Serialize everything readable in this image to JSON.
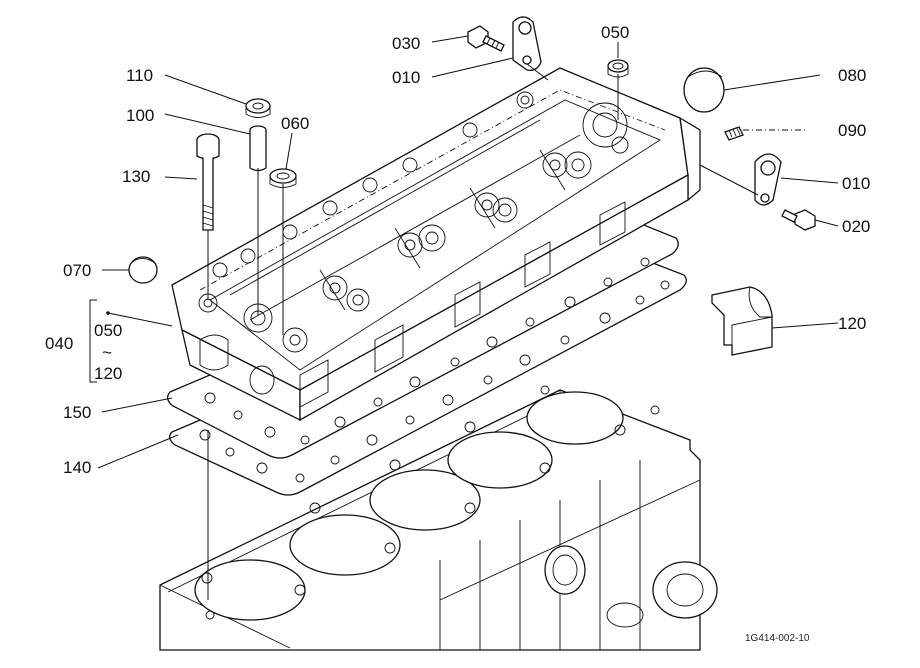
{
  "callouts": [
    {
      "id": "c030",
      "label": "030"
    },
    {
      "id": "c010a",
      "label": "010"
    },
    {
      "id": "c050a",
      "label": "050"
    },
    {
      "id": "c110",
      "label": "110"
    },
    {
      "id": "c100",
      "label": "100"
    },
    {
      "id": "c060",
      "label": "060"
    },
    {
      "id": "c080",
      "label": "080"
    },
    {
      "id": "c090",
      "label": "090"
    },
    {
      "id": "c130",
      "label": "130"
    },
    {
      "id": "c010b",
      "label": "010"
    },
    {
      "id": "c020",
      "label": "020"
    },
    {
      "id": "c070",
      "label": "070"
    },
    {
      "id": "c120",
      "label": "120"
    },
    {
      "id": "c040",
      "label": "040"
    },
    {
      "id": "c150",
      "label": "150"
    },
    {
      "id": "c140",
      "label": "140"
    }
  ],
  "range_group": {
    "from": "050",
    "tilde": "~",
    "to": "120"
  },
  "figure_id": "1G414-002-10"
}
